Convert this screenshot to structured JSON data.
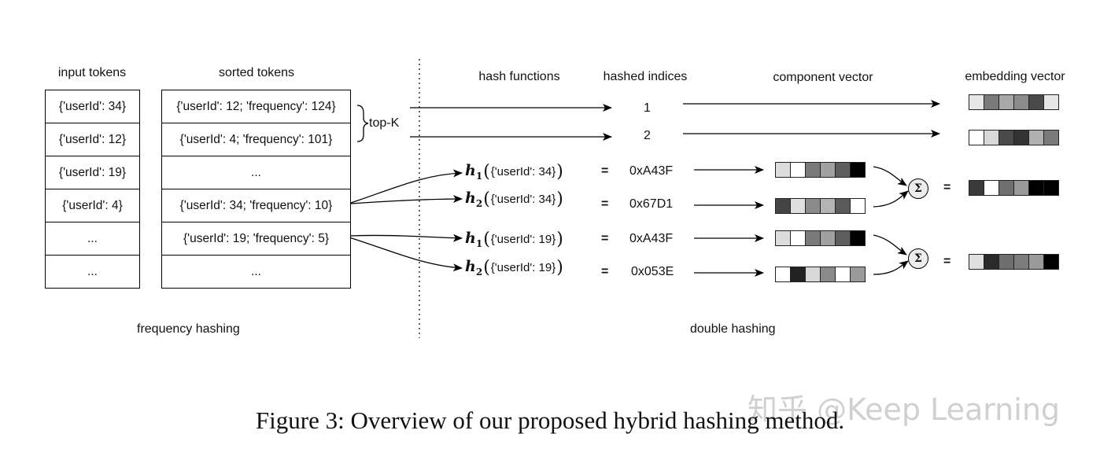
{
  "headers": {
    "input_tokens": "input tokens",
    "sorted_tokens": "sorted tokens",
    "hash_functions": "hash functions",
    "hashed_indices": "hashed indices",
    "component_vector": "component vector",
    "embedding_vector": "embedding vector"
  },
  "input_tokens": [
    "{'userId': 34}",
    "{'userId': 12}",
    "{'userId': 19}",
    "{'userId': 4}",
    "...",
    "..."
  ],
  "sorted_tokens": [
    "{'userId': 12; 'frequency': 124}",
    "{'userId': 4; 'frequency': 101}",
    "...",
    "{'userId': 34; 'frequency': 10}",
    "{'userId': 19; 'frequency': 5}",
    "..."
  ],
  "top_k_label": "top-K",
  "indices": [
    "1",
    "2"
  ],
  "hash_rows": [
    {
      "fn": "h",
      "sub": "1",
      "arg": "{'userId': 34}",
      "eq": "=",
      "value": "0xA43F"
    },
    {
      "fn": "h",
      "sub": "2",
      "arg": "{'userId': 34}",
      "eq": "=",
      "value": "0x67D1"
    },
    {
      "fn": "h",
      "sub": "1",
      "arg": "{'userId': 19}",
      "eq": "=",
      "value": "0xA43F"
    },
    {
      "fn": "h",
      "sub": "2",
      "arg": "{'userId': 19}",
      "eq": "=",
      "value": "0x053E"
    }
  ],
  "sum_symbol": "Σ",
  "equals": "=",
  "vector_colors": {
    "embed_1": [
      "#e6e6e6",
      "#7a7a7a",
      "#a8a8a8",
      "#8c8c8c",
      "#4a4a4a",
      "#e6e6e6"
    ],
    "embed_2": [
      "#ffffff",
      "#d8d8d8",
      "#4a4a4a",
      "#333333",
      "#b0b0b0",
      "#7a7a7a"
    ],
    "comp_1": [
      "#dcdcdc",
      "#ffffff",
      "#7a7a7a",
      "#a0a0a0",
      "#5e5e5e",
      "#000000"
    ],
    "comp_2": [
      "#444444",
      "#e0e0e0",
      "#8a8a8a",
      "#b4b4b4",
      "#5a5a5a",
      "#ffffff"
    ],
    "comp_3": [
      "#dcdcdc",
      "#ffffff",
      "#7a7a7a",
      "#a0a0a0",
      "#5e5e5e",
      "#000000"
    ],
    "comp_4": [
      "#ffffff",
      "#222222",
      "#d8d8d8",
      "#8a8a8a",
      "#ffffff",
      "#9a9a9a"
    ],
    "result_1": [
      "#3a3a3a",
      "#ffffff",
      "#707070",
      "#9a9a9a",
      "#000000",
      "#000000"
    ],
    "result_2": [
      "#e0e0e0",
      "#2a2a2a",
      "#6e6e6e",
      "#7c7c7c",
      "#9a9a9a",
      "#000000"
    ]
  },
  "section_labels": {
    "left": "frequency hashing",
    "right": "double hashing"
  },
  "caption": "Figure 3: Overview of our proposed hybrid hashing method.",
  "watermark": "知乎 @Keep Learning"
}
